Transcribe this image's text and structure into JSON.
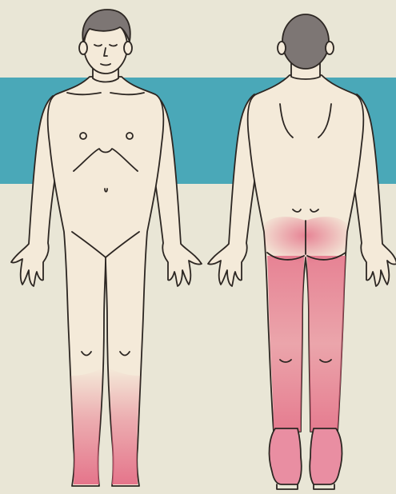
{
  "colors": {
    "background": "#e9e6d6",
    "band": "#4aa8b8",
    "skin": "#f4ead9",
    "outline": "#2c2622",
    "hair": "#7d7674",
    "pain": "#e2607d"
  },
  "figures": [
    {
      "view": "front",
      "pain_regions": [
        "left-shin",
        "right-shin",
        "left-foot",
        "right-foot"
      ]
    },
    {
      "view": "back",
      "pain_regions": [
        "buttocks",
        "back-of-left-thigh",
        "back-of-right-thigh",
        "left-calf",
        "right-calf",
        "left-sole",
        "right-sole"
      ]
    }
  ]
}
